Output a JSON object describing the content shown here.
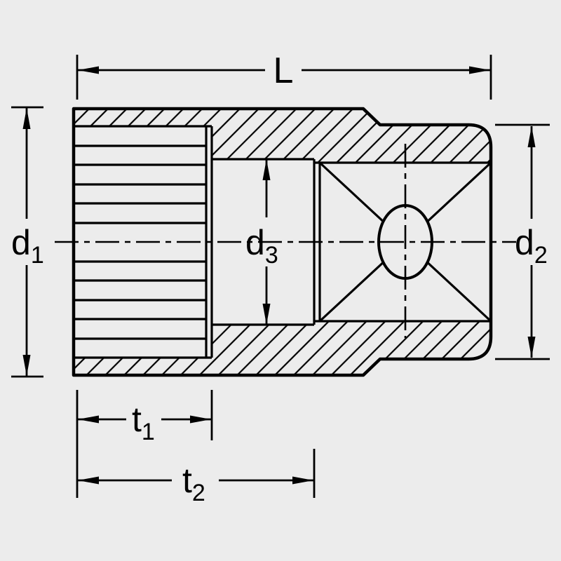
{
  "diagram": {
    "type": "technical-drawing",
    "subject": "socket wrench cross-section with dimension callouts",
    "colors": {
      "background": "#ececec",
      "line": "#000000"
    },
    "dimensions": {
      "L": {
        "base": "L",
        "sub": ""
      },
      "d1": {
        "base": "d",
        "sub": "1"
      },
      "d2": {
        "base": "d",
        "sub": "2"
      },
      "d3": {
        "base": "d",
        "sub": "3"
      },
      "t1": {
        "base": "t",
        "sub": "1"
      },
      "t2": {
        "base": "t",
        "sub": "2"
      }
    }
  }
}
